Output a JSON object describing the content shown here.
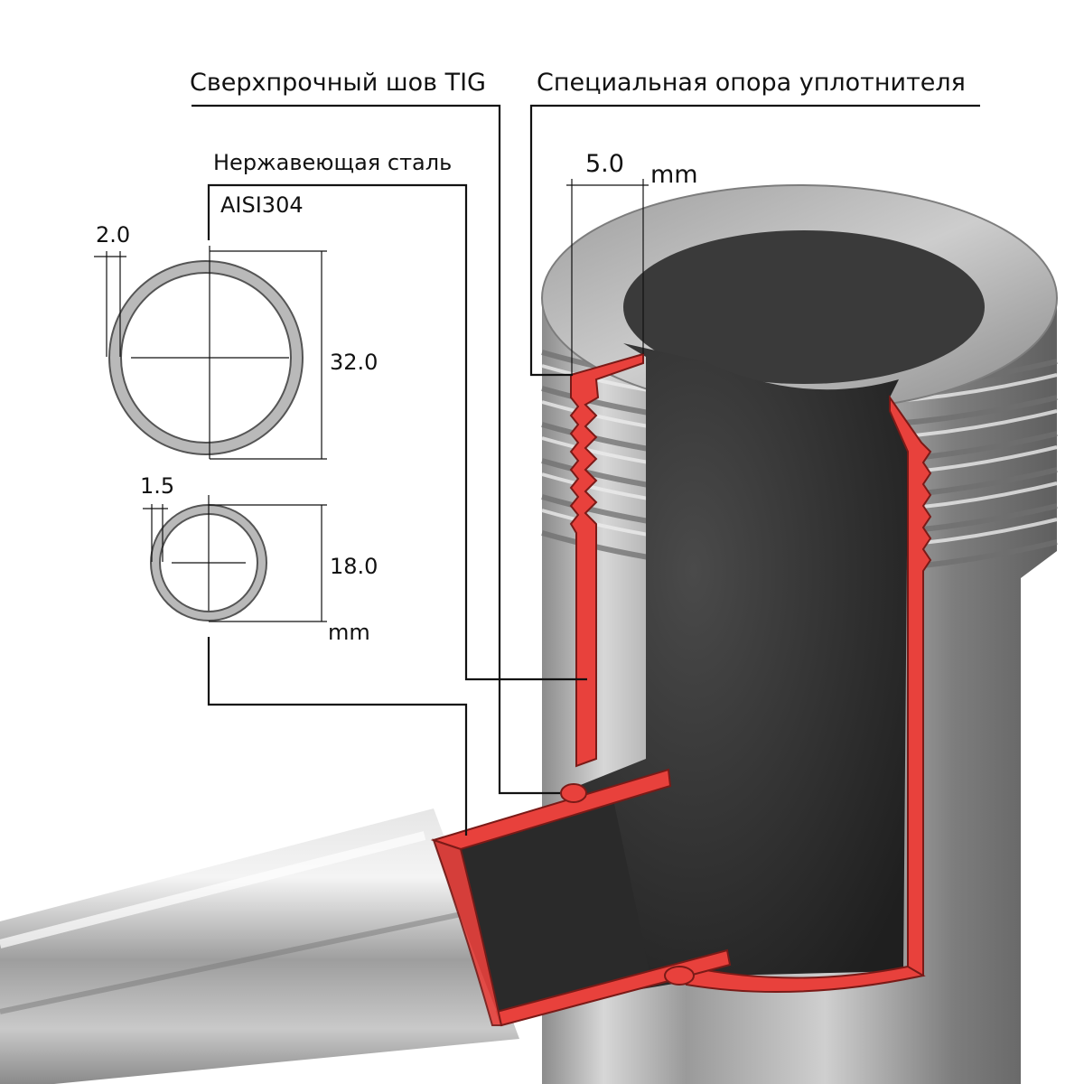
{
  "labels": {
    "tig_weld": "Сверхпрочный шов TIG",
    "seal_support": "Специальная опора уплотнителя",
    "stainless_steel": "Нержавеющая сталь",
    "grade": "AISI304"
  },
  "dimensions": {
    "thread_depth": "5.0",
    "thread_unit": "mm",
    "large_tube_wall": "2.0",
    "large_tube_diameter": "32.0",
    "small_tube_wall": "1.5",
    "small_tube_diameter": "18.0",
    "tube_unit": "mm"
  },
  "colors": {
    "section_cut": "#e8413c",
    "interior": "#2b2b2b",
    "steel": "#b9b9b9"
  }
}
